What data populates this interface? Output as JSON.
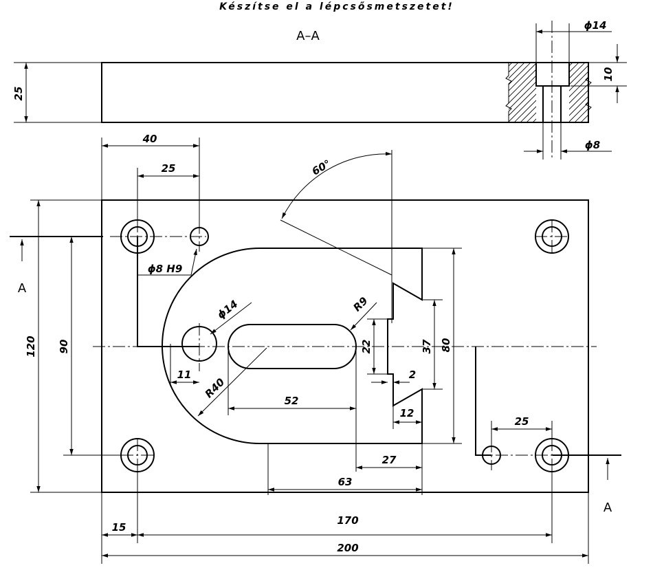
{
  "title": "Készítse el a lépcsősmetszetet!",
  "section_label": "A–A",
  "section_marker": "A",
  "dimensions": {
    "top_thickness": "25",
    "top_counterbore_dia": "ϕ14",
    "top_counterbore_depth": "10",
    "top_hole_dia": "ϕ8",
    "d40": "40",
    "d25_top": "25",
    "angle": "60°",
    "hole_fit": "ϕ8  H9",
    "d120": "120",
    "d90": "90",
    "d14": "ϕ14",
    "r9": "R9",
    "d11": "11",
    "r40": "R40",
    "d52": "52",
    "d22": "22",
    "d37": "37",
    "d80": "80",
    "d2": "2",
    "d12": "12",
    "d25_right": "25",
    "d27": "27",
    "d63": "63",
    "d15": "15",
    "d170": "170",
    "d200": "200"
  }
}
